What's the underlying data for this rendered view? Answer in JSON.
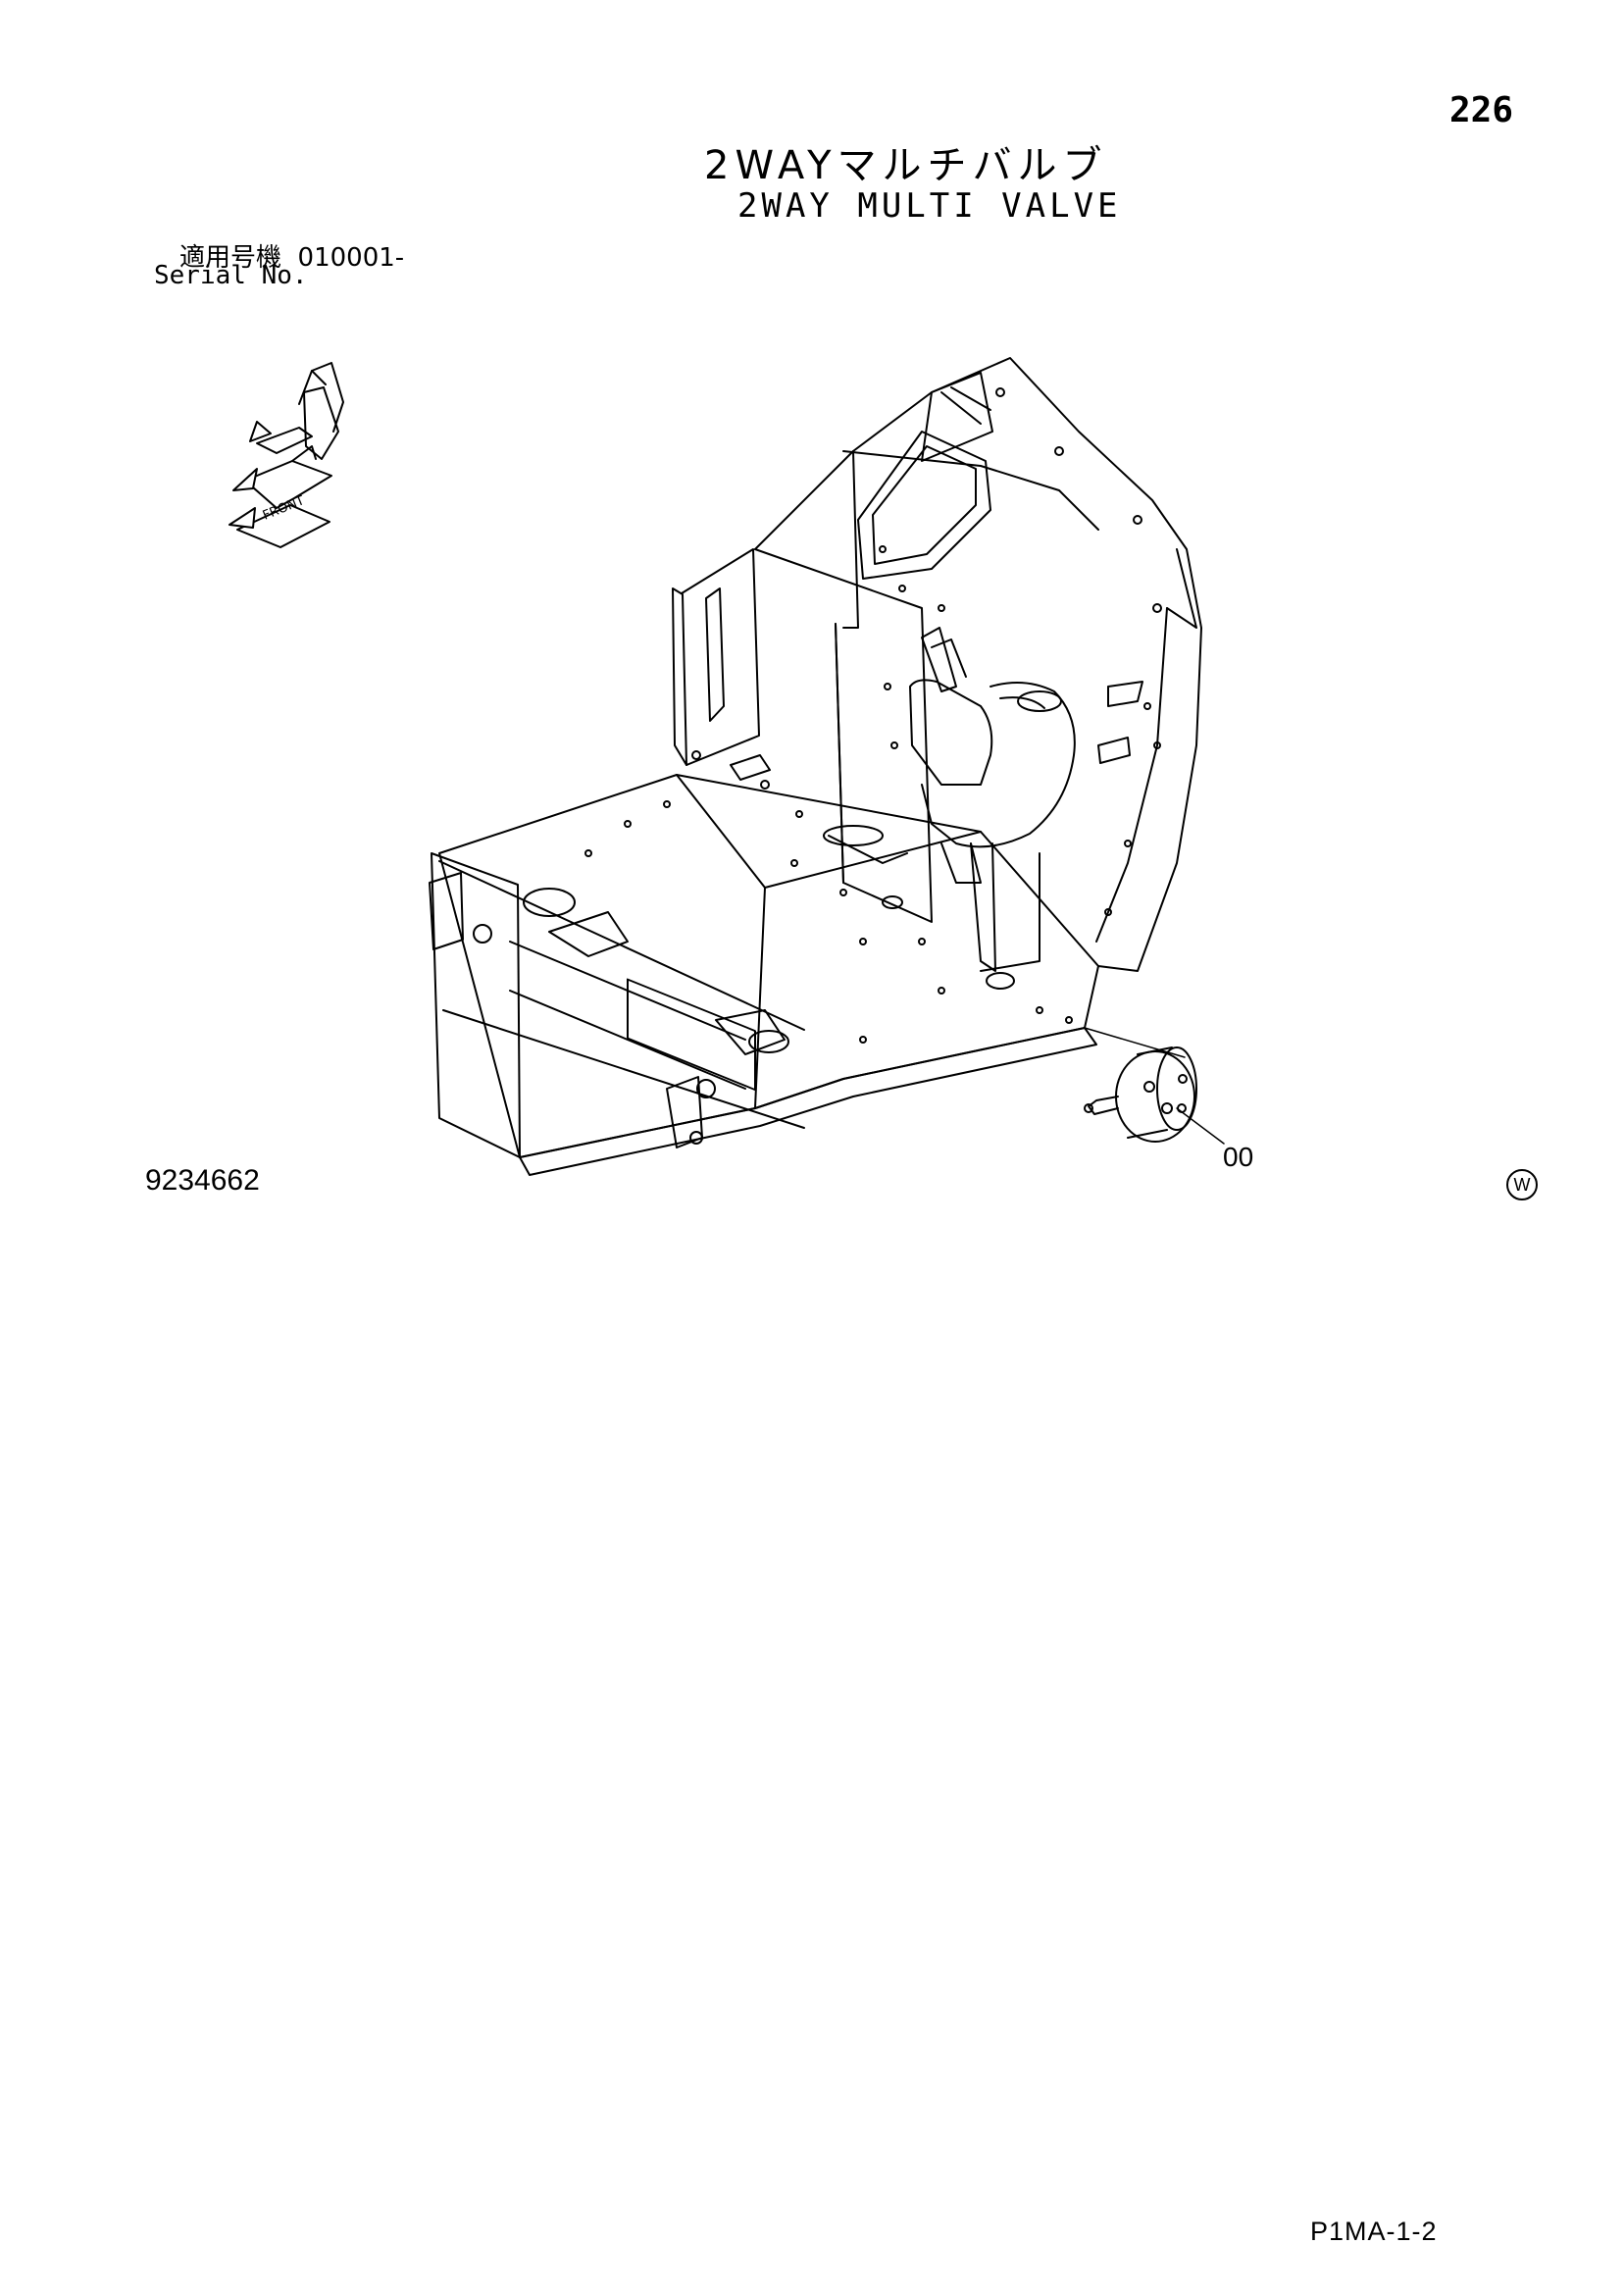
{
  "page_number": "226",
  "title": {
    "japanese": "2WAYマルチバルブ",
    "english": "2WAY MULTI VALVE"
  },
  "serial": {
    "label_japanese": "適用号機",
    "value": "010001-",
    "label_english": "Serial No."
  },
  "direction_indicator": {
    "front_label": "FRONT"
  },
  "callouts": [
    {
      "ref": "00"
    }
  ],
  "drawing_number": "9234662",
  "revision_mark": "W",
  "page_code": "P1MA-1-2",
  "colors": {
    "ink": "#000000",
    "paper": "#ffffff"
  }
}
